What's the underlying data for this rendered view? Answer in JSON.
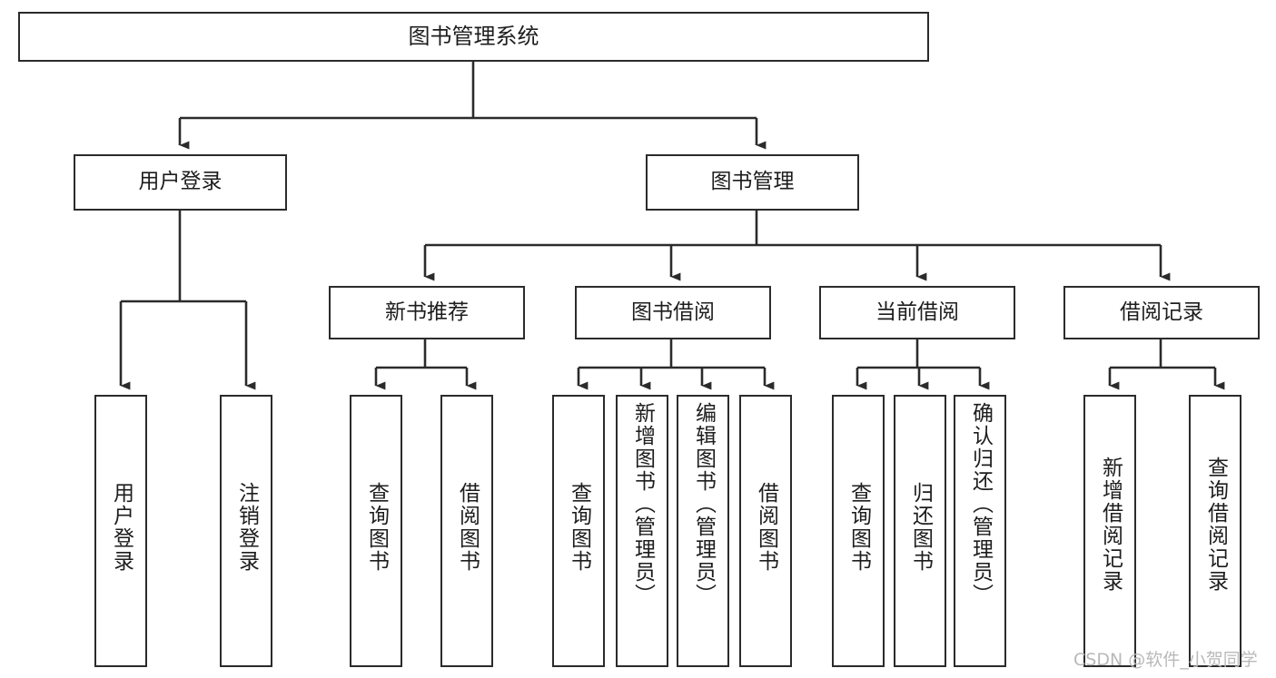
{
  "diagram": {
    "title": "图书管理系统",
    "type": "tree",
    "orientation": "top-down",
    "line_color": "#2b2b2b",
    "box_fill": "#ffffff",
    "text_color": "#1d1d1d",
    "watermark": "CSDN @软件_小贺同学",
    "levels": [
      {
        "level": 0,
        "nodes": [
          {
            "id": "root",
            "label": "图书管理系统"
          }
        ]
      },
      {
        "level": 1,
        "nodes": [
          {
            "id": "login",
            "label": "用户登录",
            "parent": "root"
          },
          {
            "id": "bookmgmt",
            "label": "图书管理",
            "parent": "root"
          }
        ]
      },
      {
        "level": 2,
        "nodes": [
          {
            "id": "newbook",
            "label": "新书推荐",
            "parent": "bookmgmt"
          },
          {
            "id": "borrow",
            "label": "图书借阅",
            "parent": "bookmgmt"
          },
          {
            "id": "current",
            "label": "当前借阅",
            "parent": "bookmgmt"
          },
          {
            "id": "record",
            "label": "借阅记录",
            "parent": "bookmgmt"
          }
        ]
      },
      {
        "level": 3,
        "nodes": [
          {
            "id": "leaf1",
            "label": "用户登录",
            "parent": "login"
          },
          {
            "id": "leaf2",
            "label": "注销登录",
            "parent": "login"
          },
          {
            "id": "leaf3",
            "label": "查询图书",
            "parent": "newbook"
          },
          {
            "id": "leaf4",
            "label": "借阅图书",
            "parent": "newbook"
          },
          {
            "id": "leaf5",
            "label": "查询图书",
            "parent": "borrow"
          },
          {
            "id": "leaf6",
            "label": "新增图书（管理员）",
            "parent": "borrow"
          },
          {
            "id": "leaf7",
            "label": "编辑图书（管理员）",
            "parent": "borrow"
          },
          {
            "id": "leaf8",
            "label": "借阅图书",
            "parent": "borrow"
          },
          {
            "id": "leaf9",
            "label": "查询图书",
            "parent": "current"
          },
          {
            "id": "leaf10",
            "label": "归还图书",
            "parent": "current"
          },
          {
            "id": "leaf11",
            "label": "确认归还（管理员）",
            "parent": "current"
          },
          {
            "id": "leaf12",
            "label": "新增借阅记录",
            "parent": "record"
          },
          {
            "id": "leaf13",
            "label": "查询借阅记录",
            "parent": "record"
          }
        ]
      }
    ]
  }
}
